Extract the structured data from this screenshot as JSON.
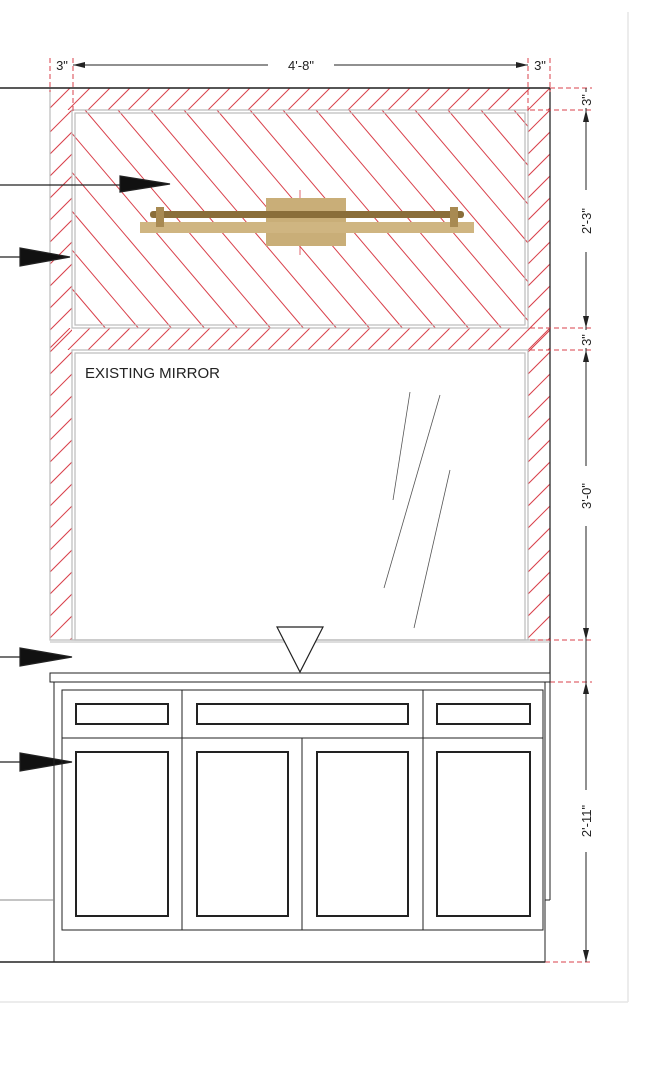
{
  "drawing": {
    "label_mirror": "EXISTING MIRROR",
    "dims_top": {
      "left": "3\"",
      "center": "4'-8\"",
      "right": "3\""
    },
    "dims_right": {
      "top_band": "3\"",
      "upper_panel": "2'-3\"",
      "mid_band": "3\"",
      "mirror": "3'-0\"",
      "cabinet": "2'-11\""
    }
  },
  "colors": {
    "hatch": "#d9414b",
    "line": "#222222",
    "brass": "#c9ae78",
    "frame_gray": "#bbbbbb"
  }
}
